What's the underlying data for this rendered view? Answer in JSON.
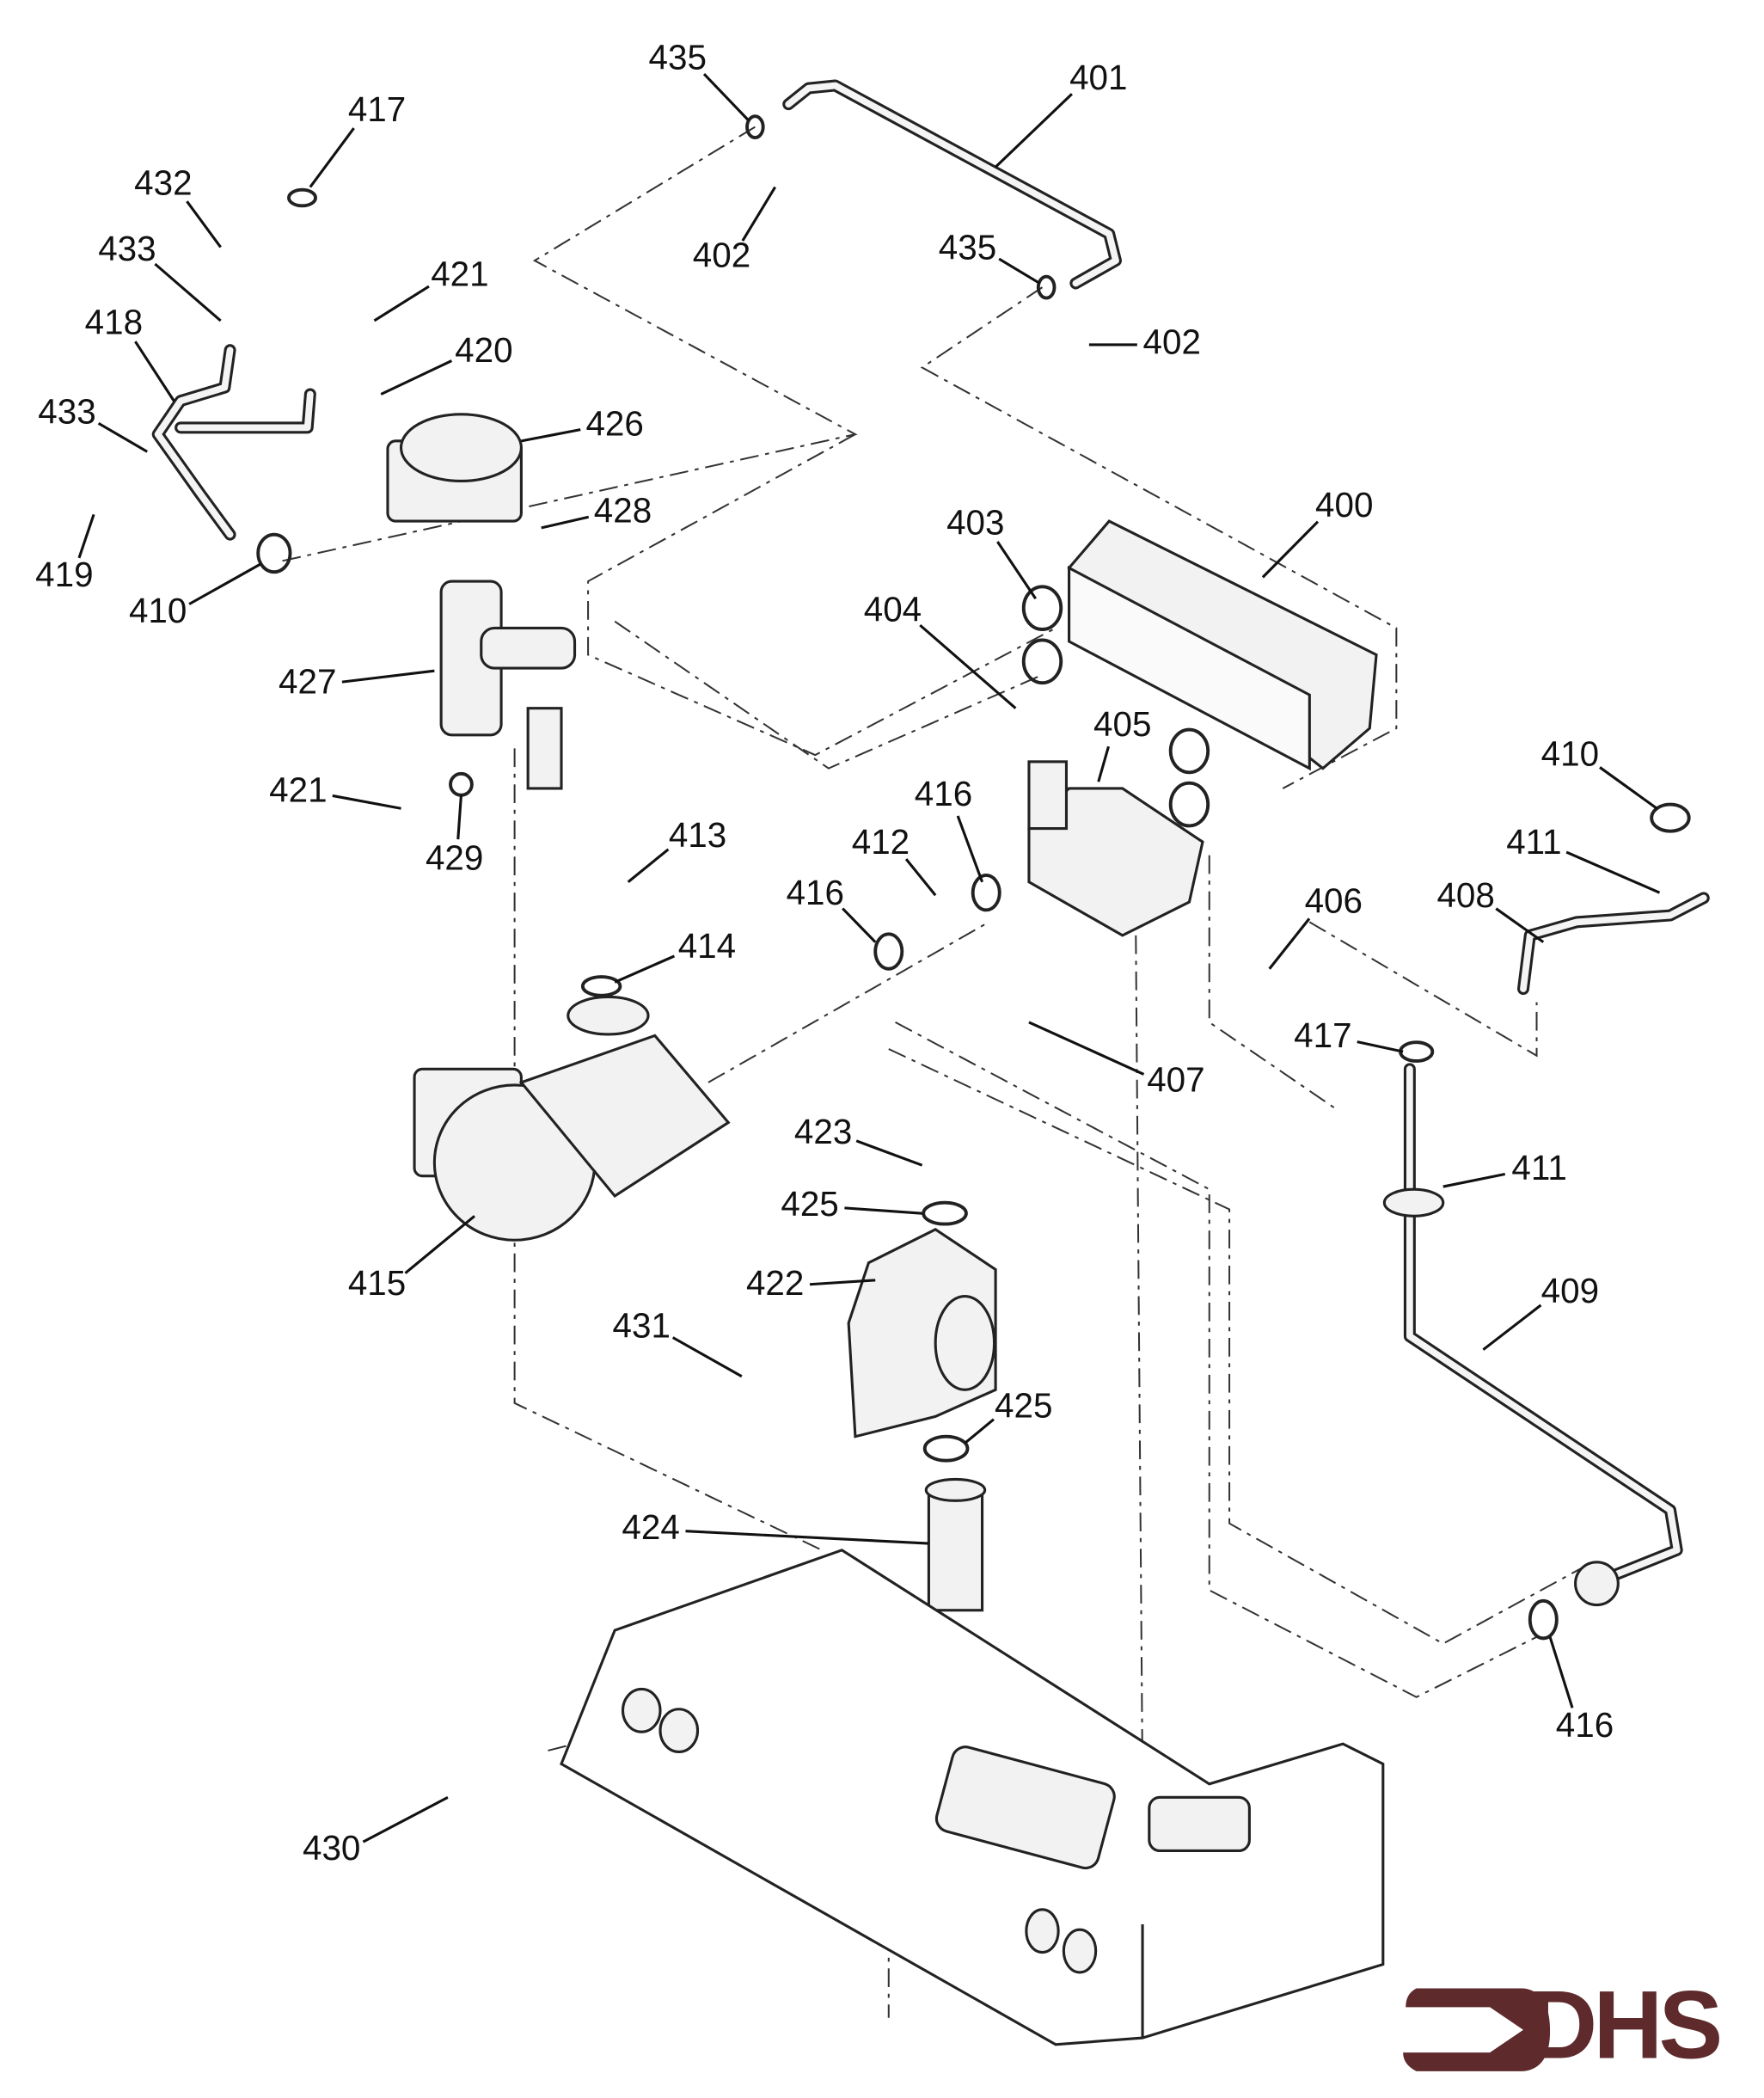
{
  "diagram": {
    "part_labels": [
      "435",
      "401",
      "417",
      "432",
      "402",
      "435",
      "433",
      "421",
      "418",
      "402",
      "420",
      "433",
      "426",
      "428",
      "400",
      "403",
      "419",
      "410",
      "404",
      "427",
      "405",
      "410",
      "421",
      "416",
      "412",
      "411",
      "413",
      "429",
      "416",
      "408",
      "406",
      "414",
      "417",
      "407",
      "423",
      "411",
      "425",
      "415",
      "422",
      "409",
      "431",
      "425",
      "424",
      "416",
      "430"
    ]
  },
  "logo": {
    "text": "DHS",
    "color": "#5e2a2c"
  }
}
